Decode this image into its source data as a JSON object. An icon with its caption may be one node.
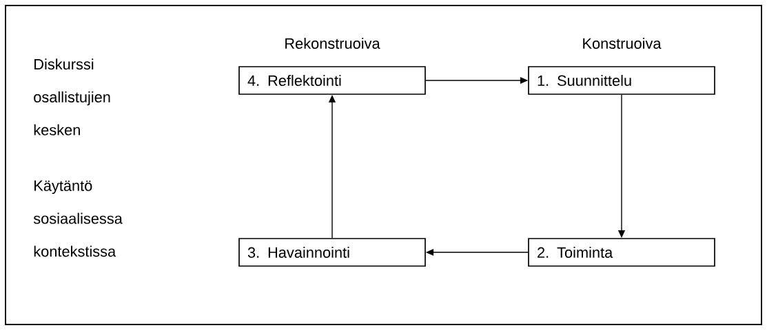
{
  "diagram": {
    "nodes": [
      {
        "text": [
          "4. Reflektointi"
        ]
      },
      {
        "text": [
          "1. Suunnittelu"
        ]
      },
      {
        "text": [
          "3. Havainnointi"
        ]
      },
      {
        "text": [
          "2. Toiminta"
        ]
      }
    ],
    "edges": [
      {
        "from": 0,
        "to": 1,
        "arrow": "to"
      },
      {
        "from": 1,
        "to": 3,
        "arrow": "to"
      },
      {
        "from": 3,
        "to": 2,
        "arrow": "to"
      },
      {
        "from": 2,
        "to": 0,
        "arrow": "to"
      }
    ],
    "labels": [
      "Rekonstruoiva",
      "Konstruoiva",
      "Diskurssi osallistujien kesken",
      "Käytäntö sosiaalisessa kontekstissa"
    ]
  }
}
